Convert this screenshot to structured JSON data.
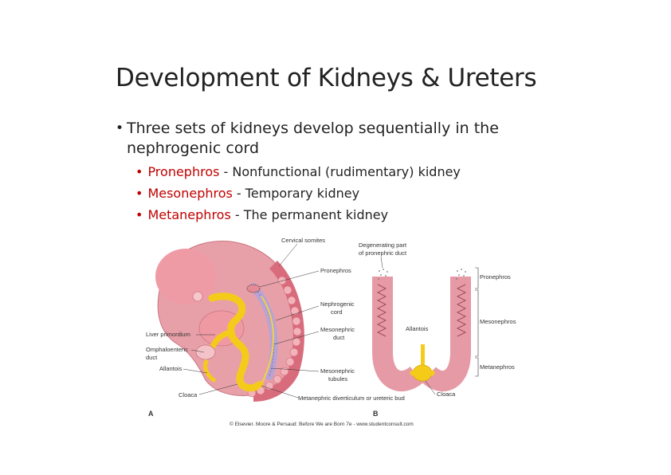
{
  "slide": {
    "title": "Development of Kidneys & Ureters",
    "main_bullet": "Three sets of kidneys develop sequentially  in the nephrogenic cord",
    "sub_bullets": [
      {
        "term": "Pronephros",
        "desc": " - Nonfunctional (rudimentary) kidney"
      },
      {
        "term": "Mesonephros",
        "desc": " - Temporary kidney"
      },
      {
        "term": "Metanephros",
        "desc": " - The permanent kidney"
      }
    ],
    "accent_color": "#c00000"
  },
  "figure": {
    "labels_a": {
      "cervical_somites": "Cervical somites",
      "pronephros": "Pronephros",
      "nephrogenic_cord_1": "Nephrogenic",
      "nephrogenic_cord_2": "cord",
      "mesonephric_duct_1": "Mesonephric",
      "mesonephric_duct_2": "duct",
      "mesonephric_tubules_1": "Mesonephric",
      "mesonephric_tubules_2": "tubules",
      "liver_primordium": "Liver primordium",
      "omphaloenteric_1": "Omphaloenteric",
      "omphaloenteric_2": "duct",
      "allantois": "Allantois",
      "cloaca": "Cloaca",
      "metanephric_bud": "Metanephric diverticulum or ureteric bud",
      "panel": "A"
    },
    "labels_b": {
      "degenerating_1": "Degenerating part",
      "degenerating_2": "of pronephric duct",
      "pronephros": "Pronephros",
      "mesonephros": "Mesonephros",
      "metanephros": "Metanephros",
      "allantois": "Allantois",
      "cloaca": "Cloaca",
      "panel": "B"
    },
    "credit": "© Elsevier. Moore & Persaud: Before We are Born 7e - www.studentconsult.com"
  }
}
